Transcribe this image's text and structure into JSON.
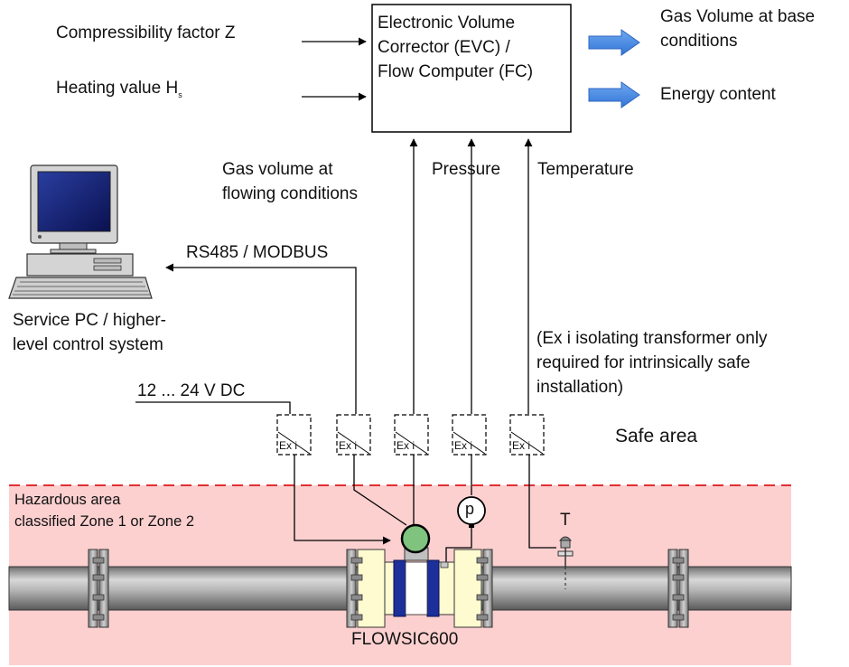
{
  "inputs": {
    "compressibility": "Compressibility factor Z",
    "heating_value": "Heating value H",
    "heating_value_sub": "s"
  },
  "evc": {
    "line1": "Electronic Volume",
    "line2": "Corrector (EVC) /",
    "line3": "Flow Computer (FC)"
  },
  "outputs": {
    "gas_volume_line1": "Gas Volume at base",
    "gas_volume_line2": "conditions",
    "energy": "Energy content"
  },
  "signals": {
    "gas_volume_line1": "Gas volume at",
    "gas_volume_line2": "flowing conditions",
    "pressure": "Pressure",
    "temperature": "Temperature"
  },
  "pc": {
    "protocol": "RS485 / MODBUS",
    "label_line1": "Service PC / higher-",
    "label_line2": "level control system"
  },
  "note": {
    "line1": "(Ex i isolating transformer only",
    "line2": "required for intrinsically safe",
    "line3": "installation)"
  },
  "power": "12 ... 24 V DC",
  "barrier_label": "Ex i",
  "pressure_symbol": "p",
  "temperature_symbol": "T",
  "safe_area": "Safe area",
  "hazardous": {
    "line1": "Hazardous area",
    "line2": "classified Zone 1 or Zone 2"
  },
  "meter": "FLOWSIC600",
  "colors": {
    "hazard_fill": "#fdd0d0",
    "hazard_border": "#e03030",
    "arrow_blue": "#4a8fe0",
    "pipe_gray": "#a8a8a8",
    "flange_yellow": "#fefbd0",
    "meter_blue": "#1c2f9a",
    "transmitter_green": "#7fc37f",
    "screen_blue": "#14206a"
  }
}
